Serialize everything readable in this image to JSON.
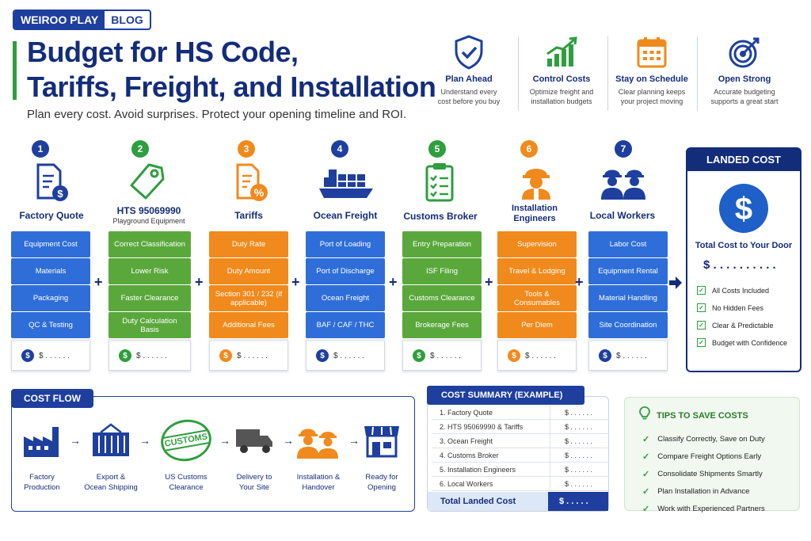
{
  "brand": {
    "name": "WEIROO PLAY",
    "section": "BLOG"
  },
  "title_line1": "Budget for HS Code,",
  "title_line2": "Tariffs, Freight, and Installation",
  "subtitle": "Plan every cost. Avoid surprises. Protect your opening timeline and ROI.",
  "features": [
    {
      "title": "Plan Ahead",
      "desc1": "Understand every",
      "desc2": "cost before you buy",
      "icon": "shield-check-icon"
    },
    {
      "title": "Control Costs",
      "desc1": "Optimize freight and",
      "desc2": "installation budgets",
      "icon": "growth-chart-icon"
    },
    {
      "title": "Stay on Schedule",
      "desc1": "Clear planning keeps",
      "desc2": "your project moving",
      "icon": "calendar-icon"
    },
    {
      "title": "Open Strong",
      "desc1": "Accurate budgeting",
      "desc2": "supports a great start",
      "icon": "target-icon"
    }
  ],
  "steps": [
    {
      "num": "1",
      "label": "Factory Quote",
      "sublabel": "",
      "color": "#1e3f9e",
      "cell_color": "#2f6ed8",
      "items": [
        "Equipment Cost",
        "Materials",
        "Packaging",
        "QC & Testing"
      ],
      "amount": "$ . . . . . ."
    },
    {
      "num": "2",
      "label": "HTS 95069990",
      "sublabel": "Playground Equipment",
      "color": "#2e9e3e",
      "cell_color": "#5aa83c",
      "items": [
        "Correct Classification",
        "Lower Risk",
        "Faster Clearance",
        "Duty Calculation Basis"
      ],
      "amount": "$ . . . . . ."
    },
    {
      "num": "3",
      "label": "Tariffs",
      "sublabel": "",
      "color": "#f08a1c",
      "cell_color": "#f08a1c",
      "items": [
        "Duty Rate",
        "Duty Amount",
        "Section 301 / 232 (if applicable)",
        "Additional Fees"
      ],
      "amount": "$ . . . . . ."
    },
    {
      "num": "4",
      "label": "Ocean Freight",
      "sublabel": "",
      "color": "#1e3f9e",
      "cell_color": "#2f6ed8",
      "items": [
        "Port of Loading",
        "Port of Discharge",
        "Ocean Freight",
        "BAF / CAF / THC"
      ],
      "amount": "$ . . . . . ."
    },
    {
      "num": "5",
      "label": "Customs Broker",
      "sublabel": "",
      "color": "#2e9e3e",
      "cell_color": "#5aa83c",
      "items": [
        "Entry Preparation",
        "ISF Filing",
        "Customs Clearance",
        "Brokerage Fees"
      ],
      "amount": "$ . . . . . ."
    },
    {
      "num": "6",
      "label": "Installation Engineers",
      "sublabel": "",
      "color": "#f08a1c",
      "cell_color": "#f08a1c",
      "items": [
        "Supervision",
        "Travel & Lodging",
        "Tools & Consumables",
        "Per Diem"
      ],
      "amount": "$ . . . . . ."
    },
    {
      "num": "7",
      "label": "Local Workers",
      "sublabel": "",
      "color": "#1e3f9e",
      "cell_color": "#2f6ed8",
      "items": [
        "Labor Cost",
        "Equipment Rental",
        "Material Handling",
        "Site Coordination"
      ],
      "amount": "$ . . . . . ."
    }
  ],
  "landed": {
    "title": "LANDED COST",
    "caption": "Total Cost to Your Door",
    "amount": "$ . . . . . . . . . .",
    "items": [
      "All Costs Included",
      "No Hidden Fees",
      "Clear & Predictable",
      "Budget with Confidence"
    ]
  },
  "cost_flow": {
    "title": "COST FLOW",
    "stamp": "CUSTOMS",
    "steps": [
      {
        "l1": "Factory",
        "l2": "Production"
      },
      {
        "l1": "Export &",
        "l2": "Ocean Shipping"
      },
      {
        "l1": "US Customs",
        "l2": "Clearance"
      },
      {
        "l1": "Delivery to",
        "l2": "Your Site"
      },
      {
        "l1": "Installation &",
        "l2": "Handover"
      },
      {
        "l1": "Ready for",
        "l2": "Opening"
      }
    ]
  },
  "summary": {
    "title": "COST SUMMARY (EXAMPLE)",
    "rows": [
      {
        "label": "1. Factory Quote",
        "value": "$ . . . . . ."
      },
      {
        "label": "2. HTS 95069990 & Tariffs",
        "value": "$ . . . . . ."
      },
      {
        "label": "3. Ocean Freight",
        "value": "$ . . . . . ."
      },
      {
        "label": "4. Customs Broker",
        "value": "$ . . . . . ."
      },
      {
        "label": "5. Installation Engineers",
        "value": "$ . . . . . ."
      },
      {
        "label": "6. Local Workers",
        "value": "$ . . . . . ."
      }
    ],
    "total_label": "Total Landed Cost",
    "total_value": "$ . . . . ."
  },
  "tips": {
    "title": "TIPS TO SAVE COSTS",
    "items": [
      "Classify Correctly, Save on Duty",
      "Compare Freight Options Early",
      "Consolidate Shipments Smartly",
      "Plan Installation in Advance",
      "Work with Experienced Partners"
    ]
  }
}
